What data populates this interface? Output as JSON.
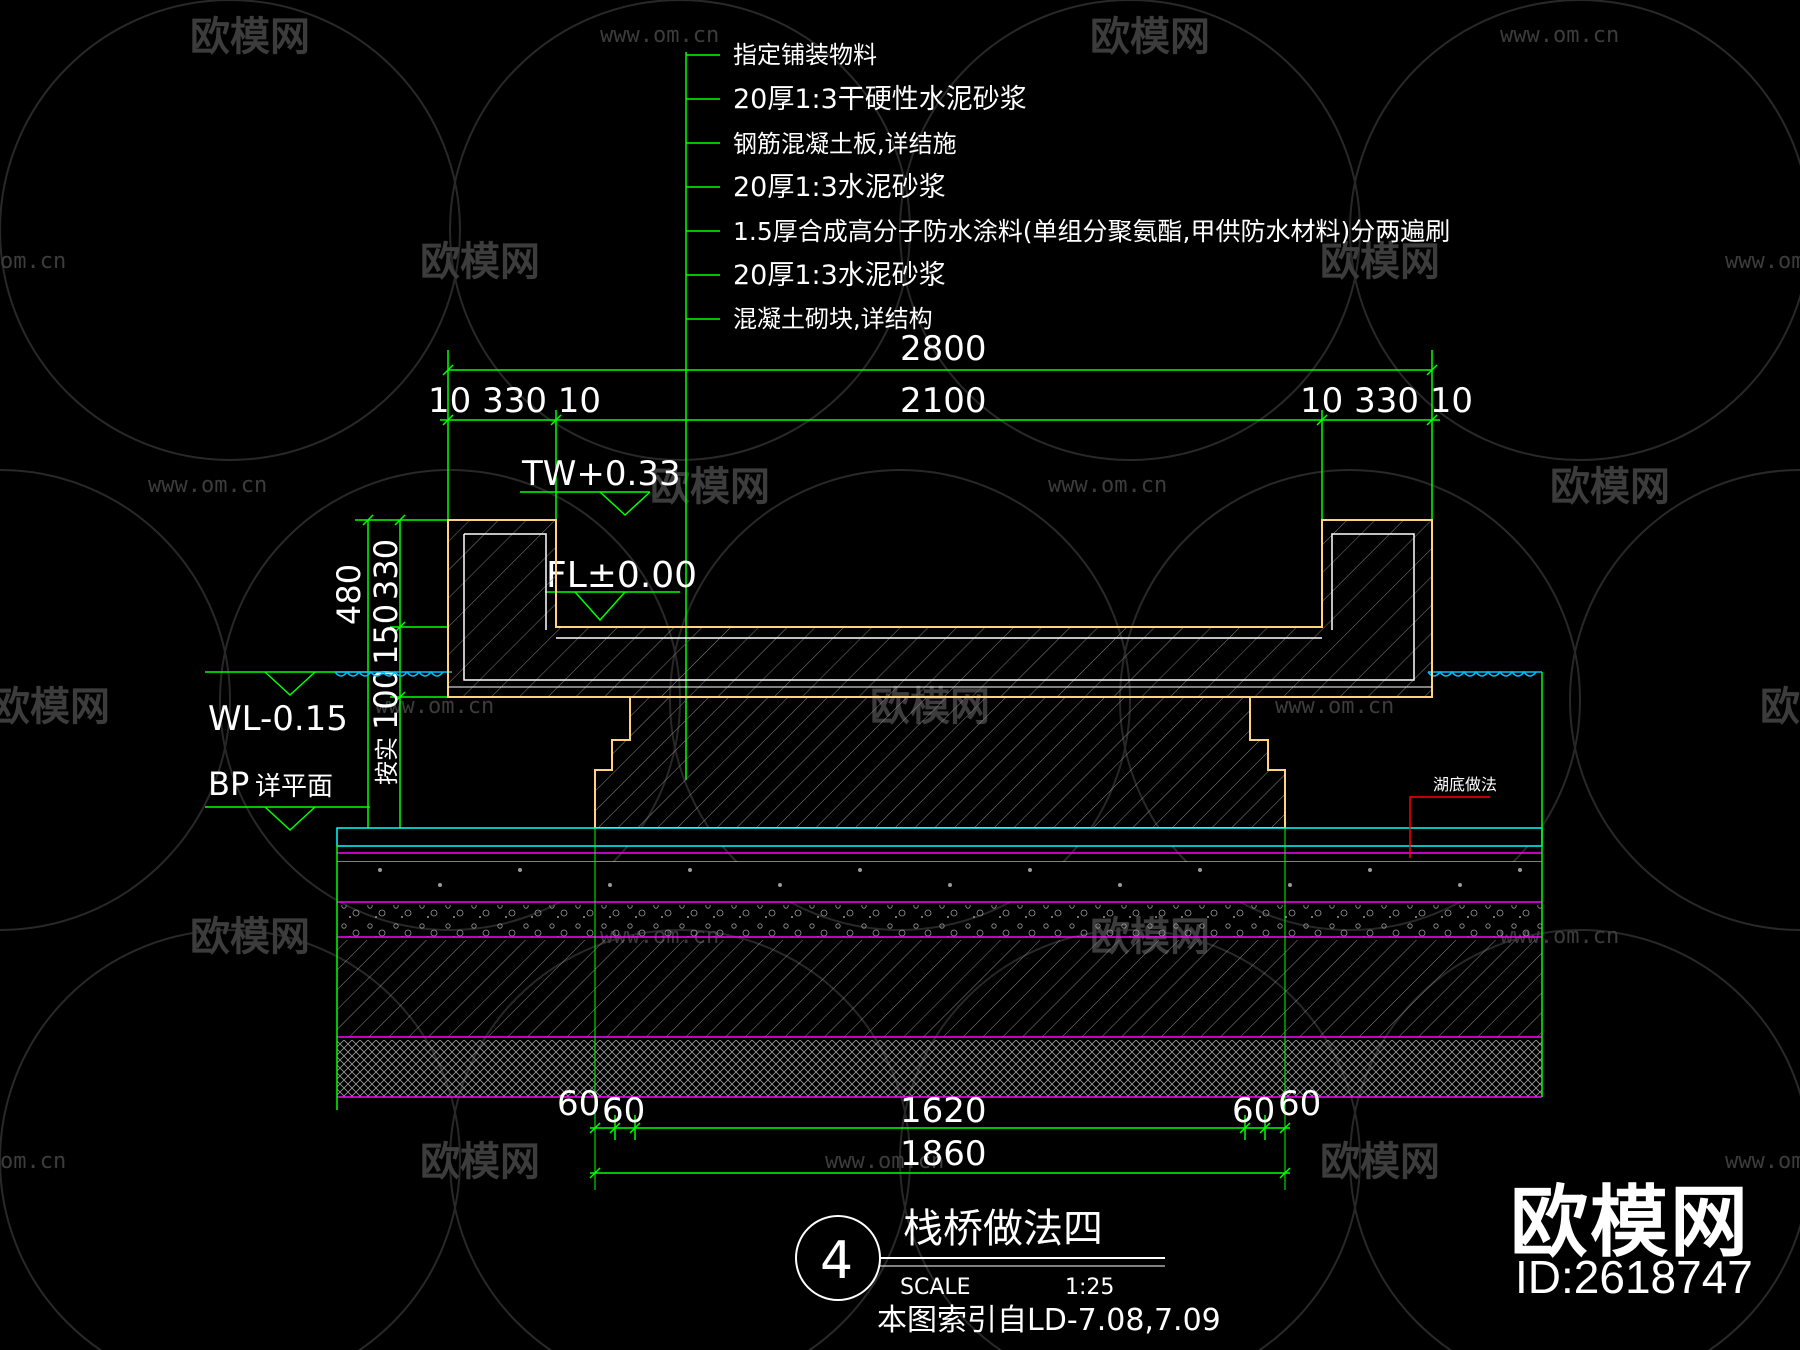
{
  "material_layers": [
    "指定铺装物料",
    "20厚1:3干硬性水泥砂浆",
    "钢筋混凝土板,详结施",
    "20厚1:3水泥砂浆",
    "1.5厚合成高分子防水涂料(单组分聚氨酯,甲供防水材料)分两遍刷",
    "20厚1:3水泥砂浆",
    "混凝土砌块,详结构"
  ],
  "dimensions": {
    "overall": "2800",
    "left_group": "10 330 10",
    "middle": "2100",
    "right_group": "10 330 10",
    "height_total": "480",
    "h_330": "330",
    "h_150": "150",
    "h_100": "100",
    "bottom_60a": "60",
    "bottom_60b": "60",
    "bottom_1620": "1620",
    "bottom_60c": "60",
    "bottom_60d": "60",
    "bottom_1860": "1860"
  },
  "levels": {
    "tw": "TW+0.33",
    "fl": "FL±0.00",
    "wl": "WL-0.15",
    "bp": "BP",
    "bp_note": "详平面",
    "side_note": "按实"
  },
  "lake_bottom_label": "湖底做法",
  "title_block": {
    "number": "4",
    "title": "栈桥做法四",
    "scale_label": "SCALE",
    "scale_value": "1:25",
    "reference": "本图索引自LD-7.08,7.09"
  },
  "watermark": {
    "brand": "欧模网",
    "url": "www.om.cn",
    "url_short": "om.cn",
    "id": "ID:2618747"
  },
  "colors": {
    "background": "#000000",
    "dimension": "#00ff00",
    "text": "#ffffff",
    "outline": "#ffd27f",
    "hatch": "#9a9a9a",
    "layer_line": "#ff00ff",
    "water": "#00bfff",
    "leader_red": "#ff0000"
  }
}
